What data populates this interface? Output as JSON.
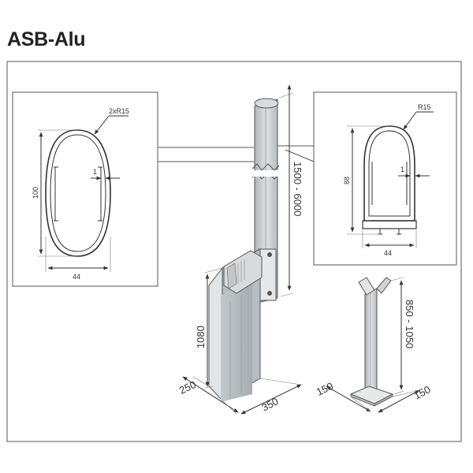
{
  "title": "ASB-Alu",
  "colors": {
    "line": "#444444",
    "box_fill": "#ffffff",
    "steel": "#c9cdd0",
    "steel_dark": "#9aa0a4"
  },
  "profile_left": {
    "radius_label": "2xR15",
    "thickness": "1",
    "height": "100",
    "width": "44"
  },
  "profile_right": {
    "radius_label": "R15",
    "thickness": "1",
    "height": "88",
    "width": "44"
  },
  "barrier": {
    "boom_length": "1500 - 6000",
    "cabinet_height": "1080",
    "depth": "250",
    "width": "350"
  },
  "support": {
    "height": "850 - 1050",
    "base_a": "150",
    "base_b": "150"
  }
}
